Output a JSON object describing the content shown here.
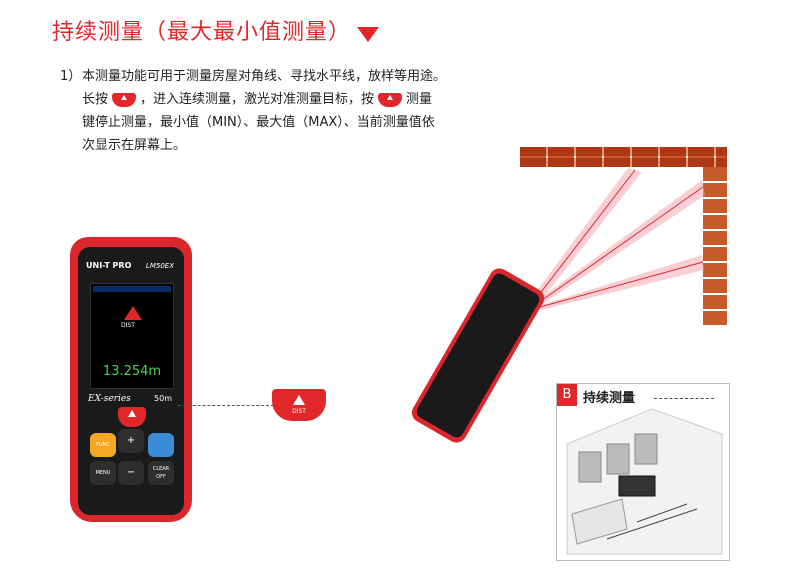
{
  "header": {
    "title": "持续测量（最大最小值测量）"
  },
  "instructions": {
    "number": "1）",
    "lines": [
      "本测量功能可用于测量房屋对角线、寻找水平线，放样等用途。",
      "长按",
      "，进入连续测量，激光对准测量目标，按",
      "测量",
      "键停止测量，最小值（MIN）、最大值（MAX）、当前测量值依",
      "次显示在屏幕上。"
    ]
  },
  "device": {
    "brand": "UNI-T PRO",
    "model": "LM50EX",
    "dist_label": "DIST",
    "reading": "13.254m",
    "series": "EX-series",
    "range": "50m",
    "keys": [
      "FUNC",
      "+",
      "MENU",
      "−",
      "CLEAR OFF"
    ]
  },
  "callout_button": {
    "label": "DIST"
  },
  "inset": {
    "badge": "B",
    "title": "持续测量"
  },
  "colors": {
    "accent": "#e2272a",
    "brick": "#c85a2a",
    "screen_text": "#4cd15a"
  }
}
